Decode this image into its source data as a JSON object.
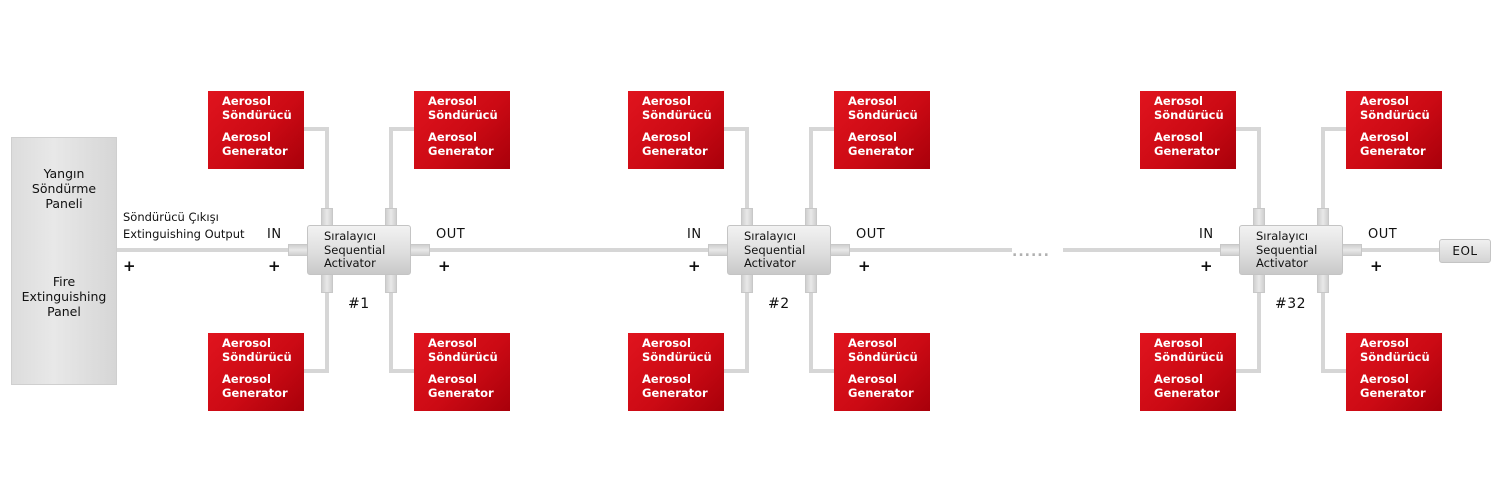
{
  "panel": {
    "tr_lines": [
      "Yangın",
      "Söndürme",
      "Paneli"
    ],
    "en_lines": [
      "Fire",
      "Extinguishing",
      "Panel"
    ]
  },
  "panel_output": {
    "tr": "Söndürücü Çıkışı",
    "en": "Extinguishing Output",
    "polarity": "+"
  },
  "activators": [
    {
      "label_tr": "Sıralayıcı",
      "label_en_1": "Sequential",
      "label_en_2": "Activator",
      "number": "#1",
      "in_label": "IN",
      "out_label": "OUT",
      "in_polarity": "+",
      "out_polarity": "+",
      "generators": [
        {
          "tr_1": "Aerosol",
          "tr_2": "Söndürücü",
          "en_1": "Aerosol",
          "en_2": "Generator"
        },
        {
          "tr_1": "Aerosol",
          "tr_2": "Söndürücü",
          "en_1": "Aerosol",
          "en_2": "Generator"
        },
        {
          "tr_1": "Aerosol",
          "tr_2": "Söndürücü",
          "en_1": "Aerosol",
          "en_2": "Generator"
        },
        {
          "tr_1": "Aerosol",
          "tr_2": "Söndürücü",
          "en_1": "Aerosol",
          "en_2": "Generator"
        }
      ]
    },
    {
      "label_tr": "Sıralayıcı",
      "label_en_1": "Sequential",
      "label_en_2": "Activator",
      "number": "#2",
      "in_label": "IN",
      "out_label": "OUT",
      "in_polarity": "+",
      "out_polarity": "+",
      "generators": [
        {
          "tr_1": "Aerosol",
          "tr_2": "Söndürücü",
          "en_1": "Aerosol",
          "en_2": "Generator"
        },
        {
          "tr_1": "Aerosol",
          "tr_2": "Söndürücü",
          "en_1": "Aerosol",
          "en_2": "Generator"
        },
        {
          "tr_1": "Aerosol",
          "tr_2": "Söndürücü",
          "en_1": "Aerosol",
          "en_2": "Generator"
        },
        {
          "tr_1": "Aerosol",
          "tr_2": "Söndürücü",
          "en_1": "Aerosol",
          "en_2": "Generator"
        }
      ]
    },
    {
      "label_tr": "Sıralayıcı",
      "label_en_1": "Sequential",
      "label_en_2": "Activator",
      "number": "#32",
      "in_label": "IN",
      "out_label": "OUT",
      "in_polarity": "+",
      "out_polarity": "+",
      "generators": [
        {
          "tr_1": "Aerosol",
          "tr_2": "Söndürücü",
          "en_1": "Aerosol",
          "en_2": "Generator"
        },
        {
          "tr_1": "Aerosol",
          "tr_2": "Söndürücü",
          "en_1": "Aerosol",
          "en_2": "Generator"
        },
        {
          "tr_1": "Aerosol",
          "tr_2": "Söndürücü",
          "en_1": "Aerosol",
          "en_2": "Generator"
        },
        {
          "tr_1": "Aerosol",
          "tr_2": "Söndürücü",
          "en_1": "Aerosol",
          "en_2": "Generator"
        }
      ]
    }
  ],
  "continuation": "......",
  "eol": "EOL",
  "colors": {
    "generator": "#d10a14",
    "wire": "#d9d9d9",
    "activator": "#dedede"
  }
}
